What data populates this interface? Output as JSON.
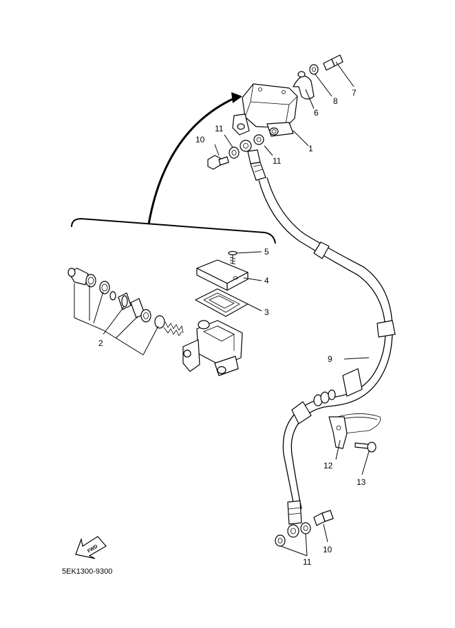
{
  "diagram_code": "5EK1300-9300",
  "fwd_label": "FWD",
  "callouts": [
    "1",
    "2",
    "3",
    "4",
    "5",
    "6",
    "7",
    "8",
    "9",
    "10",
    "10",
    "11",
    "11",
    "11",
    "12",
    "13"
  ]
}
